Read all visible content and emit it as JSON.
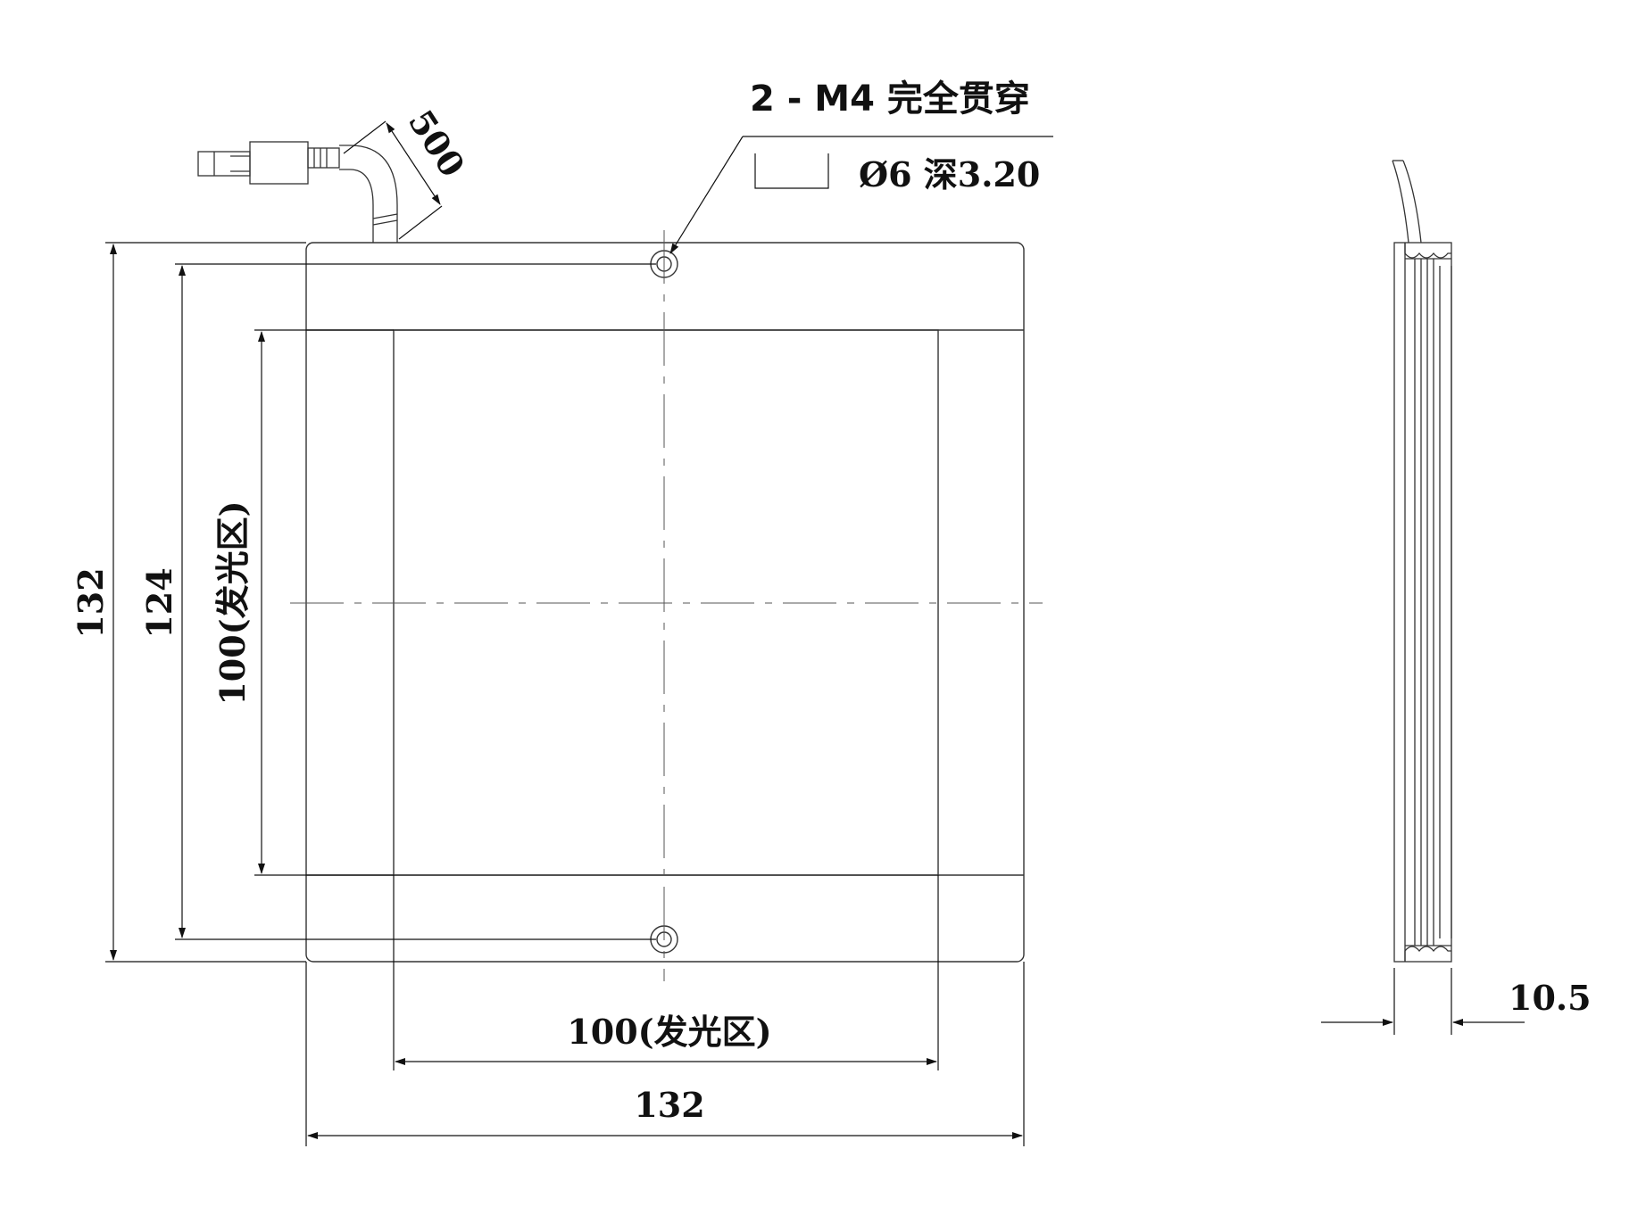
{
  "callout": {
    "hole_spec": "2 - M4 完全贯穿",
    "counterbore_spec": "Ø6 深3.20"
  },
  "dimensions": {
    "cable_length": "500",
    "overall_height": "132",
    "mount_hole_spacing": "124",
    "emitting_height": "100(发光区)",
    "emitting_width": "100(发光区)",
    "overall_width": "132",
    "thickness": "10.5"
  }
}
